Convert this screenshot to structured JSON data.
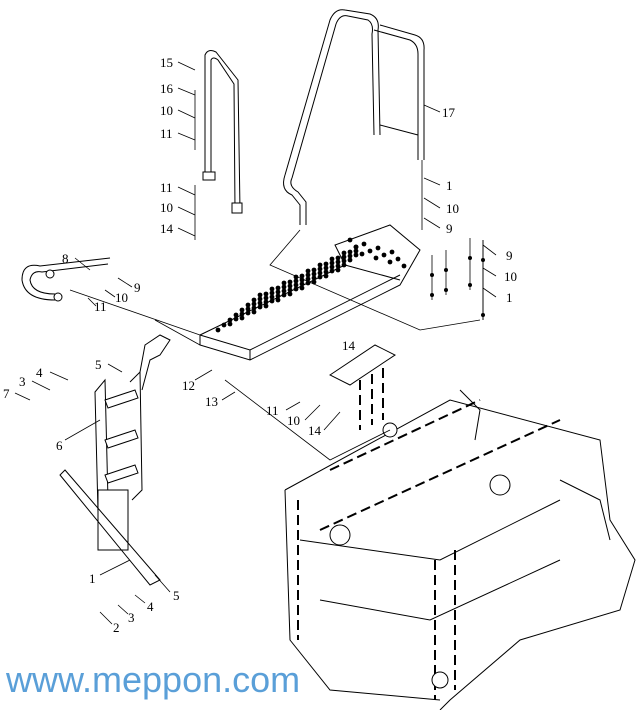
{
  "diagram": {
    "title": "Platform, ladder and handrail assembly (exploded view)",
    "watermark": "www.meppon.com",
    "callouts": [
      {
        "id": "c15a",
        "text": "15"
      },
      {
        "id": "c16a",
        "text": "16"
      },
      {
        "id": "c10a",
        "text": "10"
      },
      {
        "id": "c11a",
        "text": "11"
      },
      {
        "id": "c11b",
        "text": "11"
      },
      {
        "id": "c10b",
        "text": "10"
      },
      {
        "id": "c14b",
        "text": "14"
      },
      {
        "id": "c17",
        "text": "17"
      },
      {
        "id": "c1c",
        "text": "1"
      },
      {
        "id": "c10c",
        "text": "10"
      },
      {
        "id": "c9c",
        "text": "9"
      },
      {
        "id": "c9d",
        "text": "9"
      },
      {
        "id": "c10d",
        "text": "10"
      },
      {
        "id": "c1d",
        "text": "1"
      },
      {
        "id": "c8",
        "text": "8"
      },
      {
        "id": "c9e",
        "text": "9"
      },
      {
        "id": "c10e",
        "text": "10"
      },
      {
        "id": "c11e",
        "text": "11"
      },
      {
        "id": "c5f",
        "text": "5"
      },
      {
        "id": "c4f",
        "text": "4"
      },
      {
        "id": "c3f",
        "text": "3"
      },
      {
        "id": "c7f",
        "text": "7"
      },
      {
        "id": "c6",
        "text": "6"
      },
      {
        "id": "c12",
        "text": "12"
      },
      {
        "id": "c13",
        "text": "13"
      },
      {
        "id": "c14g",
        "text": "14"
      },
      {
        "id": "c11h",
        "text": "11"
      },
      {
        "id": "c10h",
        "text": "10"
      },
      {
        "id": "c14h",
        "text": "14"
      },
      {
        "id": "c1i",
        "text": "1"
      },
      {
        "id": "c5i",
        "text": "5"
      },
      {
        "id": "c4i",
        "text": "4"
      },
      {
        "id": "c3i",
        "text": "3"
      },
      {
        "id": "c2i",
        "text": "2"
      }
    ]
  }
}
